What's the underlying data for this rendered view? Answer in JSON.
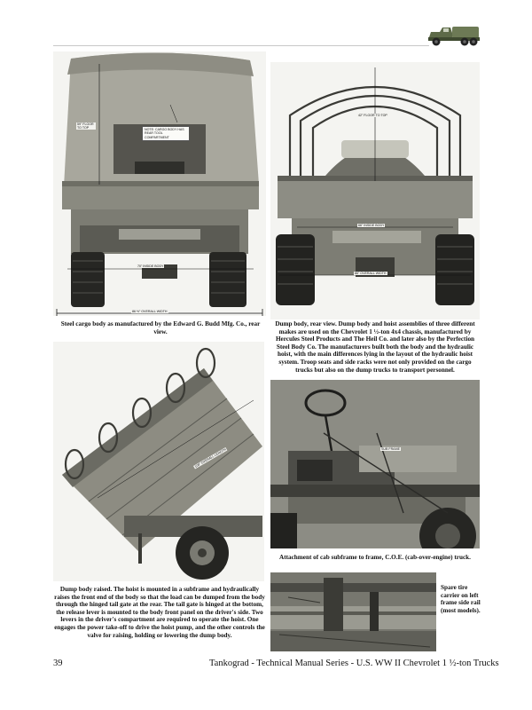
{
  "page": {
    "number": "39",
    "running_footer": "Tankograd - Technical Manual Series - U.S. WW II Chevrolet 1 ½-ton Trucks"
  },
  "photos": {
    "budd_rear": {
      "label_floor_top": "59\" FLOOR TO TOP",
      "label_note": "NOTE: CARGO BODY HAS REAR TOOL COMPARTMENT",
      "label_inside": "70\" INSIDE BODY",
      "label_overall": "86 ½\" OVERALL WIDTH"
    },
    "dump_rear": {
      "label_floor_top": "42\" FLOOR TO TOP",
      "label_inside": "66\" INSIDE BODY",
      "label_overall": "86\" OVERALL WIDTH"
    },
    "dump_raised": {
      "label_length": "108\" OVERALL LENGTH"
    },
    "cab_subframe": {
      "label_subframe": "SUB FRAME"
    }
  },
  "captions": {
    "budd_rear": "Steel cargo body as manufactured by the Edward G. Budd Mfg. Co., rear view.",
    "dump_rear": "Dump body, rear view. Dump body and hoist assemblies of three different makes are used on the Chevrolet 1 ½-ton 4x4 chassis, manufactured by Hercules Steel Products and The Heil Co. and later also by the Perfection Steel Body Co. The manufacturers built both the body and the hydraulic hoist, with the main differences lying in the layout of the hydraulic hoist system. Troop seats and side racks were not only provided on the cargo trucks but also on the dump trucks to transport personnel.",
    "cab_subframe": "Attachment of cab subframe to frame, C.O.E. (cab-over-engine) truck.",
    "dump_raised": "Dump body raised. The hoist is mounted in a subframe and hydraulically raises the front end of the body so that the load can be dumped from the body through the hinged tail gate at the rear. The tail gate is hinged at the bottom, the release lever is mounted to the body front panel on the driver's side. Two levers in the driver's compartment are required to operate the hoist. One engages the power take-off to drive the hoist pump, and the other controls the valve for raising, holding or lowering the dump body.",
    "spare_tire": "Spare tire carrier on left frame side rail (most models)."
  }
}
